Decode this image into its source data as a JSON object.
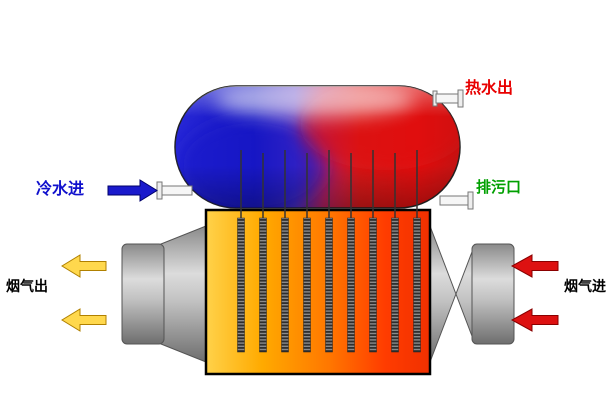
{
  "labels": {
    "hot_water_out": "热水出",
    "cold_water_in": "冷水进",
    "drain_port": "排污口",
    "flue_gas_out": "烟气出",
    "flue_gas_in": "烟气进"
  },
  "colors": {
    "hot_water_label": "#e80000",
    "cold_water_label": "#1010cc",
    "drain_label": "#00a000",
    "flue_label": "#000000",
    "tank_cold_blue": "#1818c8",
    "tank_hot_red": "#d81414",
    "furnace_yellow": "#ffd24a",
    "furnace_red": "#f03000",
    "duct_gray": "#b8b8b8",
    "arrow_blue": "#1a1acc",
    "arrow_yellow": "#ffd84d",
    "arrow_red": "#dd1111"
  }
}
